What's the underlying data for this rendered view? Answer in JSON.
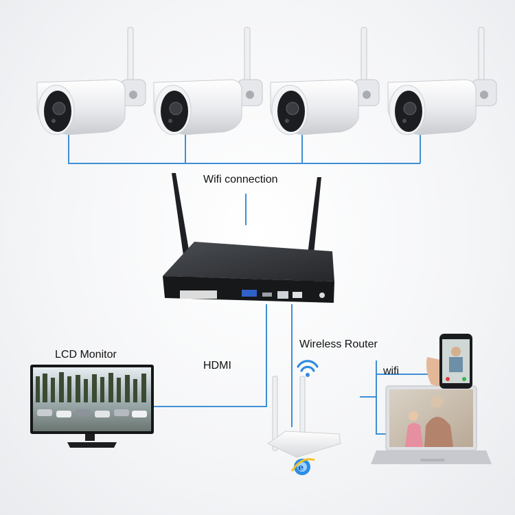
{
  "labels": {
    "wifi_connection": "Wifi connection",
    "lcd_monitor": "LCD Monitor",
    "hdmi": "HDMI",
    "wireless_router": "Wireless Router",
    "wifi": "wifi"
  },
  "cameras": [
    {
      "id": "camera-1"
    },
    {
      "id": "camera-2"
    },
    {
      "id": "camera-3"
    },
    {
      "id": "camera-4"
    }
  ],
  "colors": {
    "connection_line": "#3d8fd6",
    "nvr_body": "#2b2d30",
    "camera_body": "#f2f3f5",
    "camera_face": "#1c1d20",
    "router_body": "#f7f7f7"
  }
}
